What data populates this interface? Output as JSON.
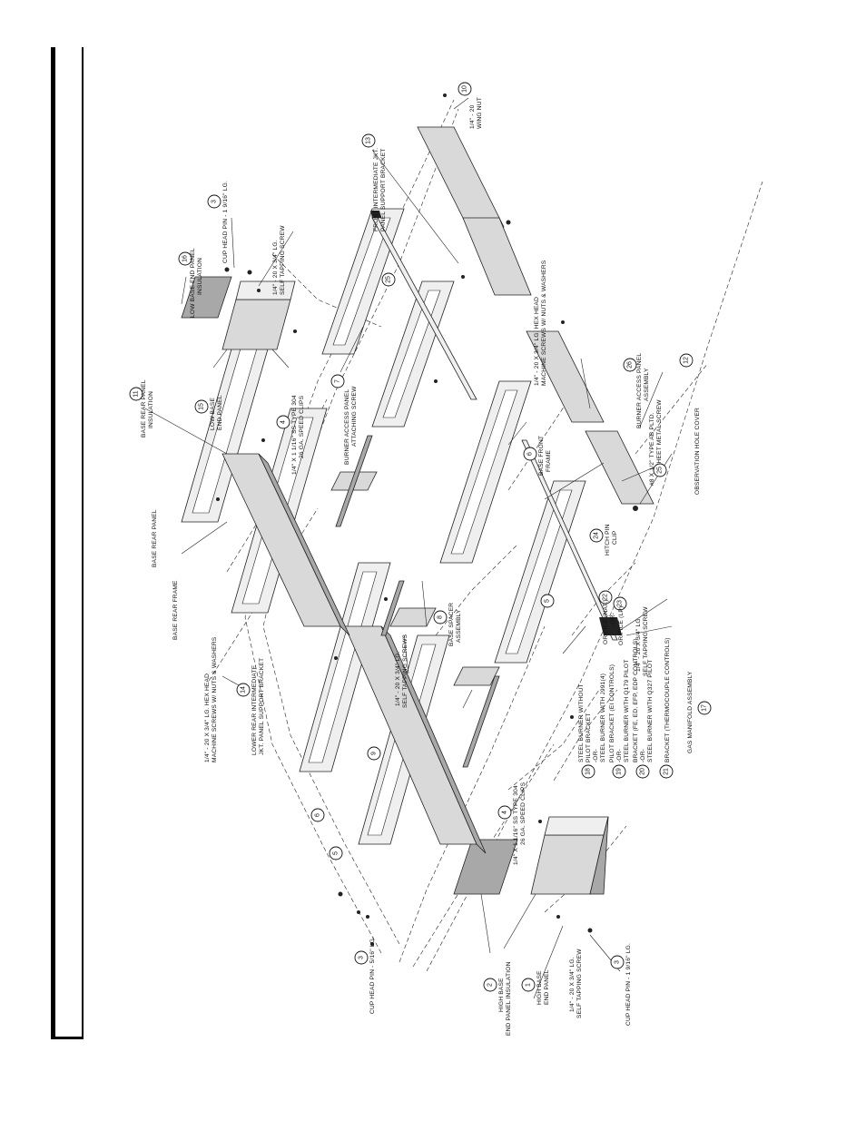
{
  "diagram": {
    "labels": [
      {
        "id": "l10",
        "num": "10",
        "lines": [
          "1/4\" - 20",
          "WING NUT"
        ]
      },
      {
        "id": "l13",
        "num": "13",
        "lines": [
          "FRONT INTERMEDIATE JKT.",
          "PANEL SUPPORT BRACKET"
        ]
      },
      {
        "id": "l3a",
        "num": "3",
        "lines": [
          "CUP HEAD PIN - 1 9/16\" LG."
        ]
      },
      {
        "id": "l16",
        "num": "16",
        "lines": [
          "LOW BASE END PANEL",
          "INSULATION"
        ]
      },
      {
        "id": "lst1",
        "num": "",
        "lines": [
          "1/4\" - 20 X 3/4\" LG.",
          "SELF TAPPING SCREW"
        ]
      },
      {
        "id": "lmach1",
        "num": "",
        "lines": [
          "1/4\" - 20 X 3/4\" LG. HEX HEAD",
          "MACHINE SCREWS W/ NUTS & WASHERS"
        ]
      },
      {
        "id": "l25a",
        "num": "25",
        "lines": []
      },
      {
        "id": "l11",
        "num": "11",
        "lines": [
          "BASE REAR PANEL",
          "INSULATION"
        ]
      },
      {
        "id": "l15",
        "num": "15",
        "lines": [
          "LOW BASE",
          "END PANEL"
        ]
      },
      {
        "id": "l4a",
        "num": "4",
        "lines": [
          "1/4\" X 1 1/16\" SS TYPE 304",
          "26 GA. SPEED CLIPS"
        ]
      },
      {
        "id": "l7",
        "num": "7",
        "lines": [
          "BURNER ACCESS PANEL",
          "ATTACHING SCREW"
        ]
      },
      {
        "id": "l26",
        "num": "26",
        "lines": [
          "BURNER ACCESS PANEL",
          "ASSEMBLY"
        ]
      },
      {
        "id": "lab",
        "num": "",
        "lines": [
          "#8 X 1/2\" TYPE AB PLTD.",
          "SHEET METAL SCREW"
        ]
      },
      {
        "id": "l12",
        "num": "12",
        "lines": [
          "OBSERVATION HOLE COVER"
        ]
      },
      {
        "id": "lrearpanel",
        "num": "",
        "lines": [
          "BASE REAR PANEL"
        ]
      },
      {
        "id": "l6a",
        "num": "6",
        "lines": [
          "BASE FRONT",
          "FRAME"
        ]
      },
      {
        "id": "l25b",
        "num": "25",
        "lines": []
      },
      {
        "id": "lrearframe",
        "num": "",
        "lines": [
          "BASE REAR FRAME"
        ]
      },
      {
        "id": "l24",
        "num": "24",
        "lines": [
          "HITCH PIN",
          "CLIP"
        ]
      },
      {
        "id": "l8",
        "num": "8",
        "lines": [
          "BASE SPACER",
          "ASSEMBLY"
        ]
      },
      {
        "id": "l22",
        "num": "22",
        "lines": [
          "ORIFICE (NAT.)",
          "-OR-"
        ]
      },
      {
        "id": "l23",
        "num": "23",
        "lines": [
          "ORIFICE (LP)"
        ]
      },
      {
        "id": "lst2",
        "num": "",
        "lines": [
          "1/4\" - 20 X 3/4\" LG.",
          "SELF TAPPING SCREW"
        ]
      },
      {
        "id": "l5a",
        "num": "5",
        "lines": []
      },
      {
        "id": "lst3",
        "num": "",
        "lines": [
          "1/4\" - 20 X 3/4\" LG.",
          "SELF TAPPING SCREWS"
        ]
      },
      {
        "id": "lmach2",
        "num": "",
        "lines": [
          "1/4\" - 20 X 3/4\" LG. HEX HEAD",
          "MACHINE SCREWS W/ NUTS & WASHERS"
        ]
      },
      {
        "id": "l14",
        "num": "14",
        "lines": [
          "LOWER REAR INTERMEDIATE",
          "JKT. PANEL SUPPORT BRACKET"
        ]
      },
      {
        "id": "l9",
        "num": "9",
        "lines": []
      },
      {
        "id": "l18",
        "num": "18",
        "lines": [
          "STEEL BURNER WITHOUT",
          "PILOT BRACKET",
          "-OR-",
          "STEEL BURNER WITH J991(4)"
        ]
      },
      {
        "id": "l19",
        "num": "19",
        "lines": [
          "PILOT BRACKET (EI CONTROLS)",
          "-OR-",
          "STEEL BURNER WITH Q179 PILOT"
        ]
      },
      {
        "id": "l20",
        "num": "20",
        "lines": [
          "BRACKET (FE, ED, EFP, EDP CONTROLS)",
          "-OR-",
          "STEEL BURNER WITH Q327 PILOT"
        ]
      },
      {
        "id": "l21",
        "num": "21",
        "lines": [
          "BRACKET (THERMOCOUPLE CONTROLS)"
        ]
      },
      {
        "id": "l17",
        "num": "17",
        "lines": [
          "GAS MANIFOLD ASSEMBLY"
        ]
      },
      {
        "id": "l4b",
        "num": "4",
        "lines": [
          "1/4\" X 1 1/16\" SS TYPE 304",
          "26 GA. SPEED CLIPS"
        ]
      },
      {
        "id": "l6b",
        "num": "6",
        "lines": []
      },
      {
        "id": "l5b",
        "num": "5",
        "lines": []
      },
      {
        "id": "l3b",
        "num": "3",
        "lines": [
          "CUP HEAD PIN - 5/16\" LG."
        ]
      },
      {
        "id": "l2",
        "num": "2",
        "lines": [
          "HIGH BASE",
          "END PANEL INSULATION"
        ]
      },
      {
        "id": "l1",
        "num": "1",
        "lines": [
          "HIGH BASE",
          "END PANEL"
        ]
      },
      {
        "id": "lst4",
        "num": "",
        "lines": [
          "1/4\" - 20 X 3/4\" LG.",
          "SELF TAPPING SCREW"
        ]
      },
      {
        "id": "l3c",
        "num": "3",
        "lines": [
          "CUP HEAD PIN - 1 9/16\" LG."
        ]
      }
    ]
  }
}
